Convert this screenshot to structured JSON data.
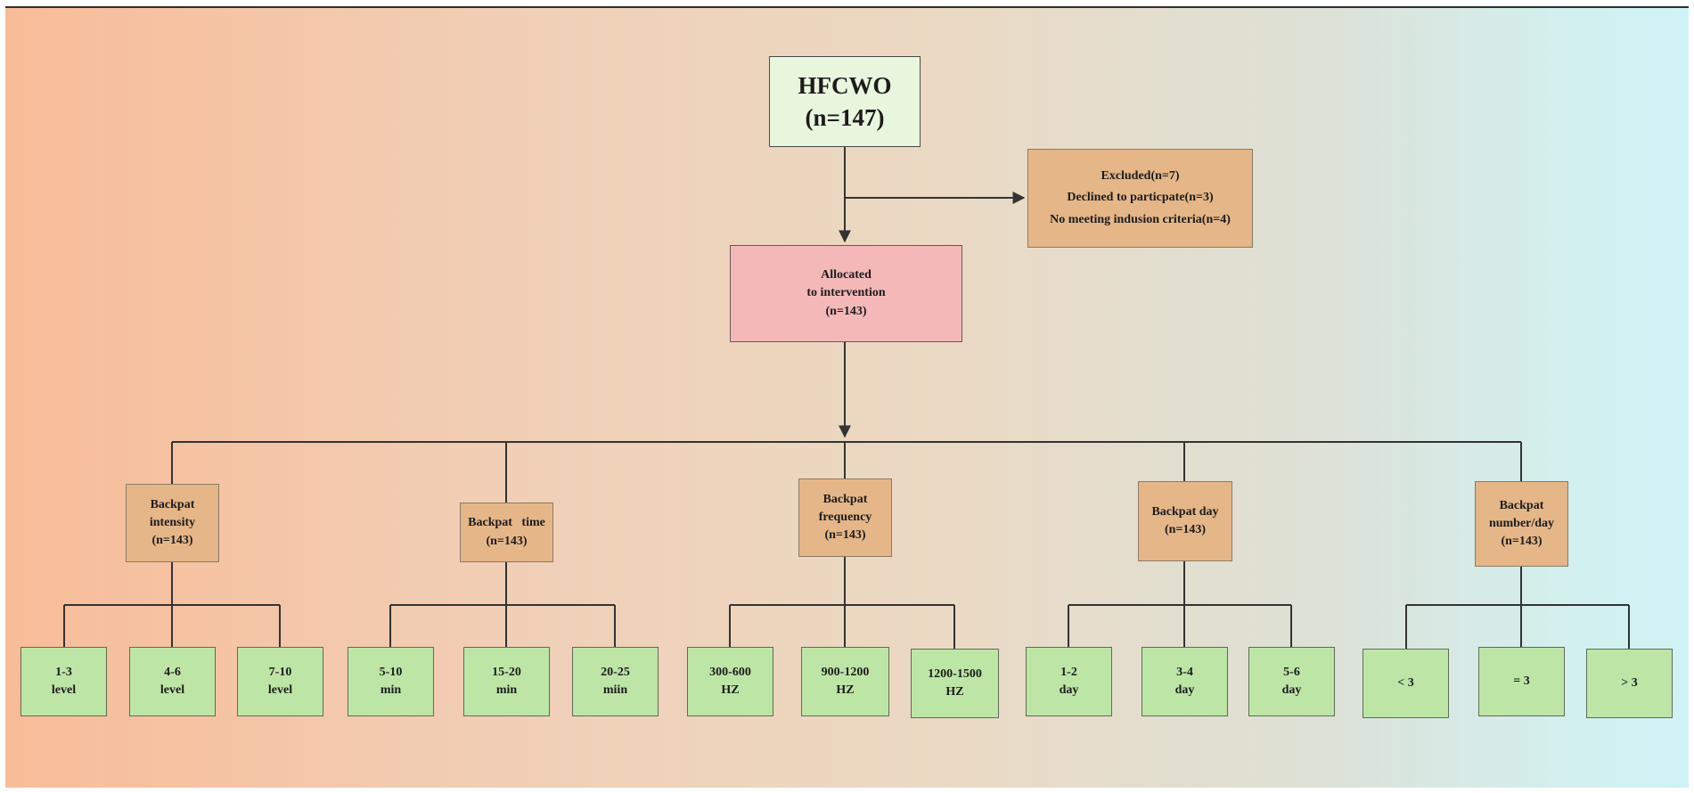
{
  "root": {
    "lines": [
      "HFCWO",
      "(n=147)"
    ]
  },
  "excluded": {
    "lines": [
      "Excluded(n=7)",
      "Declined to particpate(n=3)",
      "No meeting indusion criteria(n=4)"
    ]
  },
  "allocated": {
    "lines": [
      "Allocated",
      "to intervention",
      "(n=143)"
    ]
  },
  "groups": [
    {
      "label": [
        "Backpat",
        "intensity",
        "(n=143)"
      ],
      "children": [
        [
          "1-3",
          "level"
        ],
        [
          "4-6",
          "level"
        ],
        [
          "7-10",
          "level"
        ]
      ]
    },
    {
      "label": [
        "Backpat   time",
        "(n=143)"
      ],
      "children": [
        [
          "5-10",
          "min"
        ],
        [
          "15-20",
          "min"
        ],
        [
          "20-25",
          "miin"
        ]
      ]
    },
    {
      "label": [
        "Backpat",
        "frequency",
        "(n=143)"
      ],
      "children": [
        [
          "300-600",
          "HZ"
        ],
        [
          "900-1200",
          "HZ"
        ],
        [
          "1200-1500",
          "HZ"
        ]
      ]
    },
    {
      "label": [
        "Backpat day",
        "(n=143)"
      ],
      "children": [
        [
          "1-2",
          "day"
        ],
        [
          "3-4",
          "day"
        ],
        [
          "5-6",
          "day"
        ]
      ]
    },
    {
      "label": [
        "Backpat",
        "number/day",
        "(n=143)"
      ],
      "children": [
        [
          "< 3"
        ],
        [
          "= 3"
        ],
        [
          "> 3"
        ]
      ]
    }
  ],
  "colors": {
    "root_fill": "#e9f6de",
    "excluded_fill": "#e5b688",
    "allocated_fill": "#f4b8b8",
    "category_fill": "#e5b688",
    "leaf_fill": "#bde6a6",
    "line": "#333333"
  }
}
